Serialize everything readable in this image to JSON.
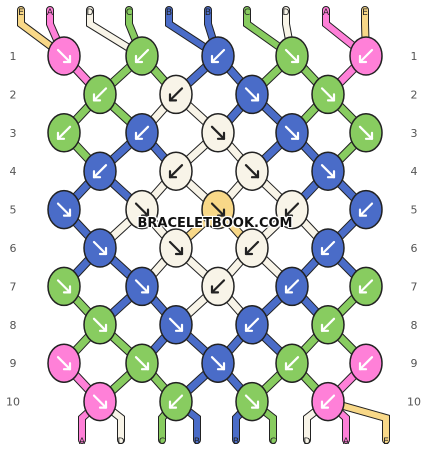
{
  "colors": {
    "A": "#ff80d8",
    "B": "#4a6cc8",
    "C": "#88cc60",
    "D": "#f8f4e8",
    "E": "#f8d888",
    "outline": "#222222",
    "arrow": "#ffffff",
    "arrow_dark": "#222222"
  },
  "top_labels": [
    "E",
    "A",
    "D",
    "C",
    "B",
    "B",
    "C",
    "D",
    "A",
    "E"
  ],
  "bottom_labels": [
    "A",
    "D",
    "C",
    "B",
    "B",
    "C",
    "D",
    "A",
    "E"
  ],
  "row_numbers_left": [
    "1",
    "2",
    "3",
    "4",
    "5",
    "6",
    "7",
    "8",
    "9",
    "10"
  ],
  "row_numbers_right": [
    "1",
    "2",
    "3",
    "4",
    "5",
    "6",
    "7",
    "8",
    "9",
    "10"
  ],
  "watermark": "BRACELETBOOK.COM",
  "knot_rows": [
    [
      {
        "c": "A",
        "d": "se"
      },
      {
        "c": "C",
        "d": "sw"
      },
      {
        "c": "B",
        "d": "sw"
      },
      {
        "c": "C",
        "d": "se"
      },
      {
        "c": "A",
        "d": "sw"
      }
    ],
    [
      {
        "c": "C",
        "d": "sw"
      },
      {
        "c": "D",
        "d": "sw"
      },
      {
        "c": "B",
        "d": "se"
      },
      {
        "c": "C",
        "d": "se"
      }
    ],
    [
      {
        "c": "C",
        "d": "sw"
      },
      {
        "c": "B",
        "d": "sw"
      },
      {
        "c": "D",
        "d": "se"
      },
      {
        "c": "B",
        "d": "se"
      },
      {
        "c": "C",
        "d": "se"
      }
    ],
    [
      {
        "c": "B",
        "d": "sw"
      },
      {
        "c": "D",
        "d": "sw"
      },
      {
        "c": "D",
        "d": "se"
      },
      {
        "c": "B",
        "d": "se"
      }
    ],
    [
      {
        "c": "B",
        "d": "se"
      },
      {
        "c": "D",
        "d": "se"
      },
      {
        "c": "E",
        "d": "se"
      },
      {
        "c": "D",
        "d": "sw"
      },
      {
        "c": "B",
        "d": "sw"
      }
    ],
    [
      {
        "c": "B",
        "d": "se"
      },
      {
        "c": "D",
        "d": "se"
      },
      {
        "c": "D",
        "d": "sw"
      },
      {
        "c": "B",
        "d": "sw"
      }
    ],
    [
      {
        "c": "C",
        "d": "se"
      },
      {
        "c": "B",
        "d": "se"
      },
      {
        "c": "D",
        "d": "sw"
      },
      {
        "c": "B",
        "d": "sw"
      },
      {
        "c": "C",
        "d": "sw"
      }
    ],
    [
      {
        "c": "C",
        "d": "se"
      },
      {
        "c": "B",
        "d": "se"
      },
      {
        "c": "B",
        "d": "sw"
      },
      {
        "c": "C",
        "d": "sw"
      }
    ],
    [
      {
        "c": "A",
        "d": "se"
      },
      {
        "c": "C",
        "d": "se"
      },
      {
        "c": "B",
        "d": "se"
      },
      {
        "c": "C",
        "d": "sw"
      },
      {
        "c": "A",
        "d": "sw"
      }
    ],
    [
      {
        "c": "A",
        "d": "se"
      },
      {
        "c": "C",
        "d": "sw"
      },
      {
        "c": "C",
        "d": "se"
      },
      {
        "c": "A",
        "d": "sw"
      }
    ]
  ]
}
